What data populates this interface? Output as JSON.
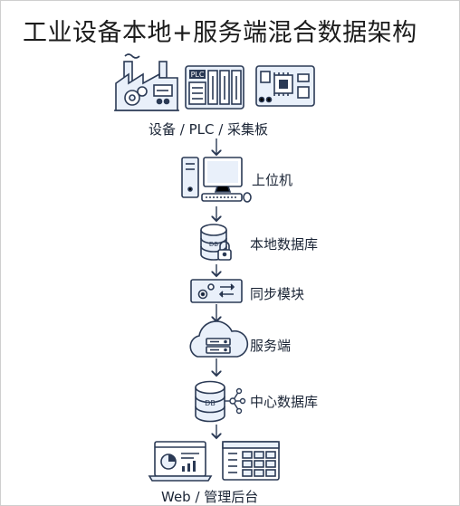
{
  "title": "工业设备本地+服务端混合数据架构",
  "nodes": {
    "devices": {
      "label": "设备 / PLC / 采集板",
      "plc_text": "PLC"
    },
    "host": {
      "label": "上位机"
    },
    "local_db": {
      "label": "本地数据库",
      "db_text": "DB"
    },
    "sync": {
      "label": "同步模块"
    },
    "server": {
      "label": "服务端"
    },
    "central_db": {
      "label": "中心数据库",
      "db_text": "DB"
    },
    "web": {
      "label": "Web / 管理后台"
    }
  },
  "colors": {
    "stroke": "#2b3a55",
    "fill_light": "#e9f0fa",
    "accent": "#c9d9ee"
  }
}
